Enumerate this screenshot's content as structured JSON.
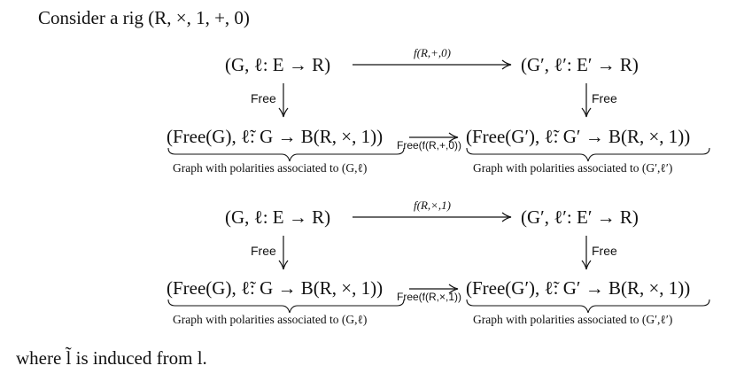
{
  "intro_text": "Consider a rig (R, ×, 1, +, 0)",
  "outro_text": "where l̃ is induced from l.",
  "diagrams": [
    {
      "top_left": "(G, ℓ: E → R)",
      "top_right": "(G′, ℓ′: E′ → R)",
      "top_arrow_label": "f(R,+,0)",
      "left_arrow_label": "Free",
      "right_arrow_label": "Free",
      "bottom_left": "(Free(G), ℓ̃: G → B(R, ×, 1))",
      "bottom_right": "(Free(G′), ℓ̃: G′ → B(R, ×, 1))",
      "bottom_arrow_label": "Free(f(R,+,0))",
      "bottom_left_caption": "Graph with polarities associated to (G,ℓ)",
      "bottom_right_caption": "Graph with polarities associated to (G′,ℓ′)"
    },
    {
      "top_left": "(G, ℓ: E → R)",
      "top_right": "(G′, ℓ′: E′ → R)",
      "top_arrow_label": "f(R,×,1)",
      "left_arrow_label": "Free",
      "right_arrow_label": "Free",
      "bottom_left": "(Free(G), ℓ̃: G → B(R, ×, 1))",
      "bottom_right": "(Free(G′), ℓ̃: G′ → B(R, ×, 1))",
      "bottom_arrow_label": "Free(f(R,×,1))",
      "bottom_left_caption": "Graph with polarities associated to (G,ℓ)",
      "bottom_right_caption": "Graph with polarities associated to (G′,ℓ′)"
    }
  ]
}
